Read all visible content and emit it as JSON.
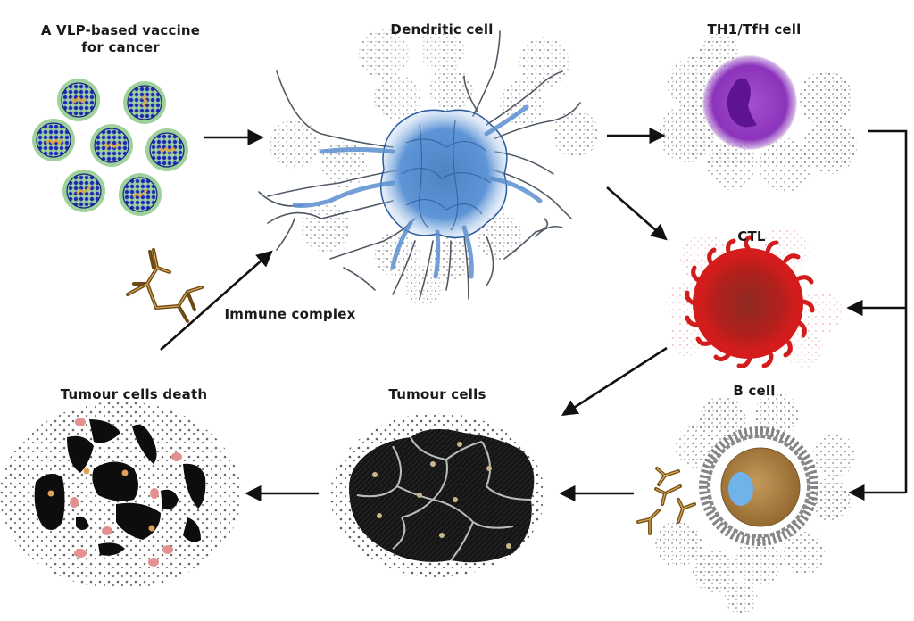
{
  "diagram": {
    "type": "immune-pathway-flow",
    "background": "#ffffff",
    "nodes": [
      {
        "id": "vlp_vaccine",
        "label_line1": "A VLP-based vaccine",
        "label_line2": "for cancer",
        "color": "#1f2fa8",
        "accent": "#6fbf6a",
        "count": 7
      },
      {
        "id": "immune_complex",
        "label": "Immune complex",
        "color": "#7a5418"
      },
      {
        "id": "dendritic_cell",
        "label": "Dendritic cell",
        "color": "#3f7fc9"
      },
      {
        "id": "th1_tfh_cell",
        "label": "TH1/TfH cell",
        "color": "#8a2fb8"
      },
      {
        "id": "ctl",
        "label": "CTL",
        "color": "#c01818"
      },
      {
        "id": "b_cell",
        "label": "B cell",
        "color": "#a87a3a",
        "nucleus": "#6fb3ea"
      },
      {
        "id": "tumour_cells",
        "label": "Tumour cells",
        "color": "#141414"
      },
      {
        "id": "tumour_cells_death",
        "label": "Tumour cells death",
        "color": "#0d0d0d",
        "debris": "#e88a8a"
      }
    ],
    "edges": [
      {
        "from": "vlp_vaccine",
        "to": "dendritic_cell"
      },
      {
        "from": "immune_complex",
        "to": "dendritic_cell"
      },
      {
        "from": "dendritic_cell",
        "to": "th1_tfh_cell"
      },
      {
        "from": "dendritic_cell",
        "to": "ctl"
      },
      {
        "from": "th1_tfh_cell",
        "to": "ctl"
      },
      {
        "from": "th1_tfh_cell",
        "to": "b_cell"
      },
      {
        "from": "ctl",
        "to": "tumour_cells"
      },
      {
        "from": "b_cell",
        "to": "tumour_cells"
      },
      {
        "from": "tumour_cells",
        "to": "tumour_cells_death"
      }
    ],
    "arrow_color": "#111111"
  }
}
